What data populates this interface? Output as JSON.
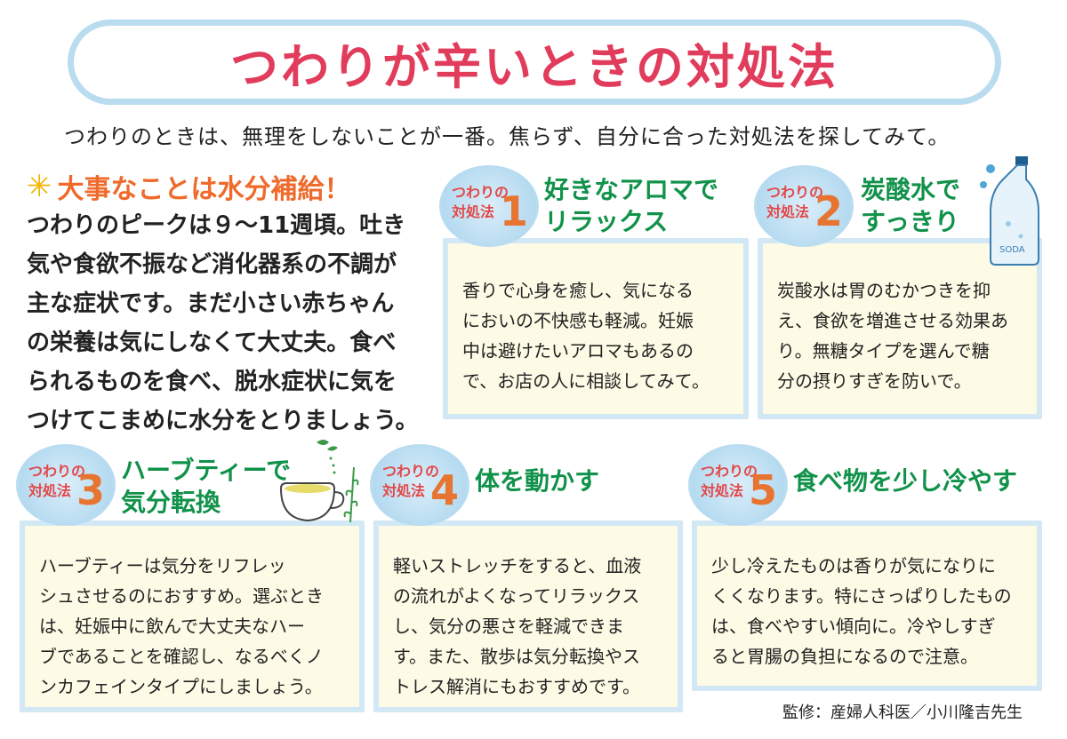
{
  "title": "つわりが辛いときの対処法",
  "subtitle": "つわりのときは、無理をしないことが一番。焦らず、自分に合った対処法を探してみて。",
  "key": {
    "icon": "star-burst-icon",
    "heading": "大事なことは水分補給！",
    "lines": [
      "つわりのピークは９～11週頃。吐き",
      "気や食欲不振など消化器系の不調が",
      "主な症状です。まだ小さい赤ちゃん",
      "の栄養は気にしなくて大丈夫。食べ",
      "られるものを食べ、脱水症状に気を",
      "つけてこまめに水分をとりましょう。"
    ]
  },
  "badge_label": [
    "つわりの",
    "対処法"
  ],
  "tips": [
    {
      "num": "1",
      "title": [
        "好きなアロマで",
        "リラックス"
      ],
      "body": [
        "香りで心身を癒し、気になる",
        "においの不快感も軽減。妊娠",
        "中は避けたいアロマもあるの",
        "で、お店の人に相談してみて。"
      ]
    },
    {
      "num": "2",
      "title": [
        "炭酸水で",
        "すっきり"
      ],
      "body": [
        "炭酸水は胃のむかつきを抑",
        "え、食欲を増進させる効果あ",
        "り。無糖タイプを選んで糖",
        "分の摂りすぎを防いで。"
      ]
    },
    {
      "num": "3",
      "title": [
        "ハーブティーで",
        "気分転換"
      ],
      "body": [
        "ハーブティーは気分をリフレッ",
        "シュさせるのにおすすめ。選ぶとき",
        "は、妊娠中に飲んで大丈夫なハー",
        "ブであることを確認し、なるべくノ",
        "ンカフェインタイプにしましょう。"
      ]
    },
    {
      "num": "4",
      "title": [
        "体を動かす"
      ],
      "body": [
        "軽いストレッチをすると、血液",
        "の流れがよくなってリラックス",
        "し、気分の悪さを軽減できま",
        "す。また、散歩は気分転換やス",
        "トレス解消にもおすすめです。"
      ]
    },
    {
      "num": "5",
      "title": [
        "食べ物を少し冷やす"
      ],
      "body": [
        "少し冷えたものは香りが気になりに",
        "くくなります。特にさっぱりしたもの",
        "は、食べやすい傾向に。冷やしすぎ",
        "ると胃腸の負担になるので注意。"
      ]
    }
  ],
  "soda_label": "SODA",
  "credit": "監修：産婦人科医／小川隆吉先生",
  "colors": {
    "title": "#e23c5c",
    "accent_orange": "#ef6a2b",
    "tip_title_green": "#11924a",
    "badge_blue": "#b5daf0",
    "box_fill": "#fdfbe5",
    "box_border": "#d2e8f4"
  }
}
